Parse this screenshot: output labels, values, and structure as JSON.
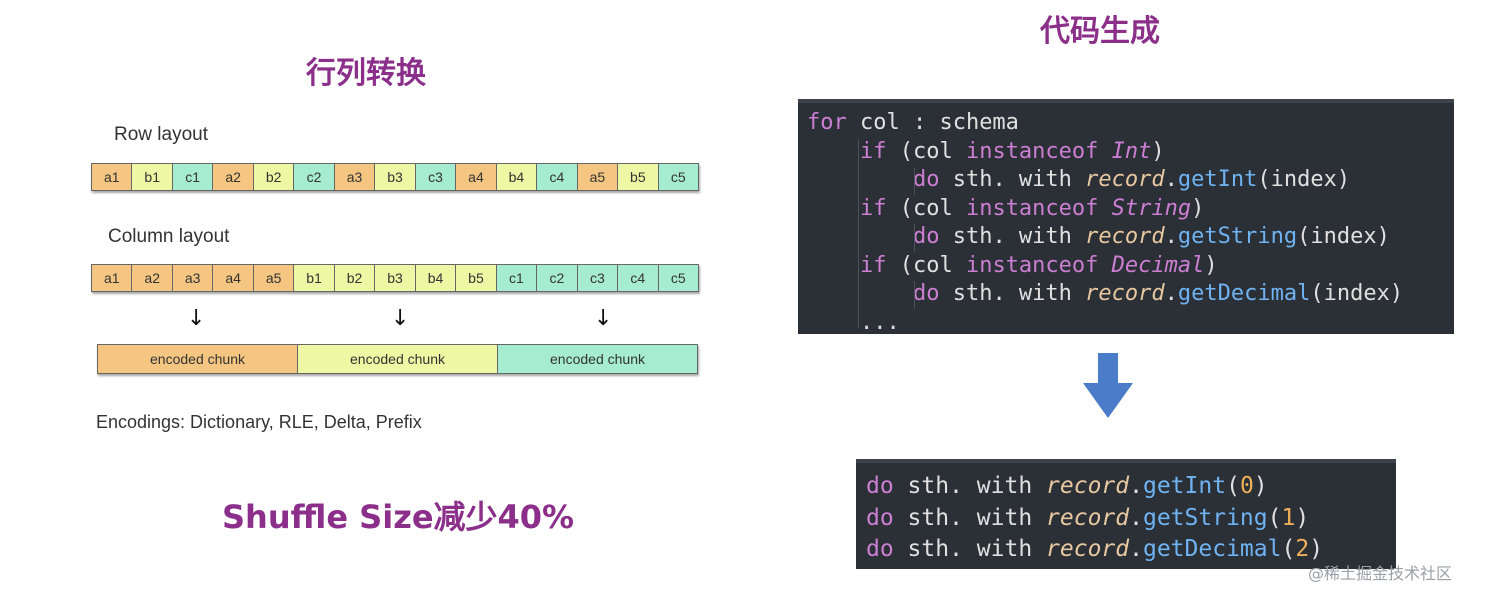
{
  "left_title": "行列转换",
  "right_title": "代码生成",
  "row_layout_label": "Row layout",
  "column_layout_label": "Column layout",
  "row_cells": [
    "a1",
    "b1",
    "c1",
    "a2",
    "b2",
    "c2",
    "a3",
    "b3",
    "c3",
    "a4",
    "b4",
    "c4",
    "a5",
    "b5",
    "c5"
  ],
  "column_cells": [
    "a1",
    "a2",
    "a3",
    "a4",
    "a5",
    "b1",
    "b2",
    "b3",
    "b4",
    "b5",
    "c1",
    "c2",
    "c3",
    "c4",
    "c5"
  ],
  "chunks": [
    "encoded chunk",
    "encoded chunk",
    "encoded chunk"
  ],
  "encodings_note": "Encodings: Dictionary, RLE, Delta, Prefix",
  "shuffle_caption": "Shuffle Size减少40%",
  "code_before": {
    "lines": [
      [
        {
          "t": "for ",
          "c": "kw"
        },
        {
          "t": "col : schema",
          "c": "plain"
        }
      ],
      [
        {
          "t": "    if ",
          "c": "kw"
        },
        {
          "t": "(col ",
          "c": "plain"
        },
        {
          "t": "instanceof ",
          "c": "kw"
        },
        {
          "t": "Int",
          "c": "it"
        },
        {
          "t": ")",
          "c": "plain"
        }
      ],
      [
        {
          "t": "        do ",
          "c": "kw"
        },
        {
          "t": "sth. with ",
          "c": "plain"
        },
        {
          "t": "record",
          "c": "obj"
        },
        {
          "t": ".",
          "c": "plain"
        },
        {
          "t": "getInt",
          "c": "fn"
        },
        {
          "t": "(index)",
          "c": "plain"
        }
      ],
      [
        {
          "t": "    if ",
          "c": "kw"
        },
        {
          "t": "(col ",
          "c": "plain"
        },
        {
          "t": "instanceof ",
          "c": "kw"
        },
        {
          "t": "String",
          "c": "it"
        },
        {
          "t": ")",
          "c": "plain"
        }
      ],
      [
        {
          "t": "        do ",
          "c": "kw"
        },
        {
          "t": "sth. with ",
          "c": "plain"
        },
        {
          "t": "record",
          "c": "obj"
        },
        {
          "t": ".",
          "c": "plain"
        },
        {
          "t": "getString",
          "c": "fn"
        },
        {
          "t": "(index)",
          "c": "plain"
        }
      ],
      [
        {
          "t": "    if ",
          "c": "kw"
        },
        {
          "t": "(col ",
          "c": "plain"
        },
        {
          "t": "instanceof ",
          "c": "kw"
        },
        {
          "t": "Decimal",
          "c": "it"
        },
        {
          "t": ")",
          "c": "plain"
        }
      ],
      [
        {
          "t": "        do ",
          "c": "kw"
        },
        {
          "t": "sth. with ",
          "c": "plain"
        },
        {
          "t": "record",
          "c": "obj"
        },
        {
          "t": ".",
          "c": "plain"
        },
        {
          "t": "getDecimal",
          "c": "fn"
        },
        {
          "t": "(index)",
          "c": "plain"
        }
      ],
      [
        {
          "t": "    ...",
          "c": "plain"
        }
      ]
    ]
  },
  "code_after": {
    "lines": [
      [
        {
          "t": "do ",
          "c": "kw"
        },
        {
          "t": "sth. with ",
          "c": "plain"
        },
        {
          "t": "record",
          "c": "obj"
        },
        {
          "t": ".",
          "c": "plain"
        },
        {
          "t": "getInt",
          "c": "fn"
        },
        {
          "t": "(",
          "c": "plain"
        },
        {
          "t": "0",
          "c": "num"
        },
        {
          "t": ")",
          "c": "plain"
        }
      ],
      [
        {
          "t": "do ",
          "c": "kw"
        },
        {
          "t": "sth. with ",
          "c": "plain"
        },
        {
          "t": "record",
          "c": "obj"
        },
        {
          "t": ".",
          "c": "plain"
        },
        {
          "t": "getString",
          "c": "fn"
        },
        {
          "t": "(",
          "c": "plain"
        },
        {
          "t": "1",
          "c": "num"
        },
        {
          "t": ")",
          "c": "plain"
        }
      ],
      [
        {
          "t": "do ",
          "c": "kw"
        },
        {
          "t": "sth. with ",
          "c": "plain"
        },
        {
          "t": "record",
          "c": "obj"
        },
        {
          "t": ".",
          "c": "plain"
        },
        {
          "t": "getDecimal",
          "c": "fn"
        },
        {
          "t": "(",
          "c": "plain"
        },
        {
          "t": "2",
          "c": "num"
        },
        {
          "t": ")",
          "c": "plain"
        }
      ]
    ]
  },
  "watermark": "@稀土掘金技术社区",
  "colors": {
    "title": "#8b2f8b",
    "cell_a": "#f4c681",
    "cell_b": "#eef7a4",
    "cell_c": "#a6ecd0",
    "code_bg": "#2b2f36",
    "arrow": "#4a7cc9"
  }
}
